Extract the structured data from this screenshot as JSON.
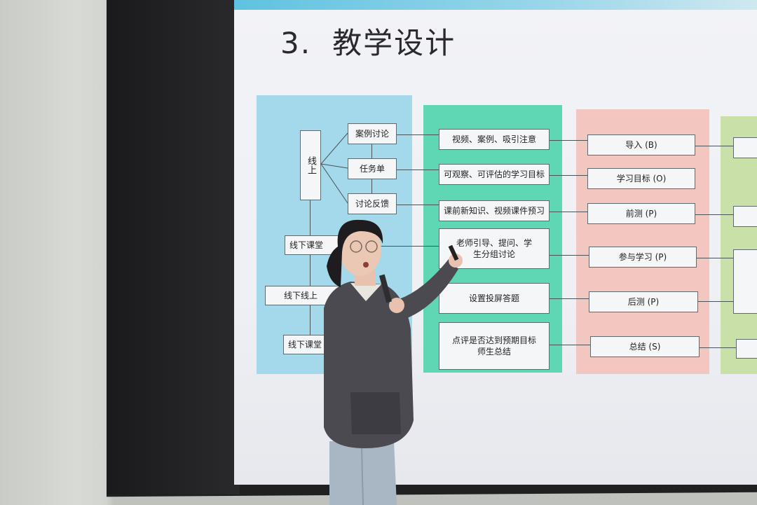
{
  "slide": {
    "number": "3.",
    "heading": "教学设计"
  },
  "left_flow": {
    "online": "线上",
    "case_discussion": "案例讨论",
    "task_sheet": "任务单",
    "discussion_feedback": "讨论反馈",
    "offline_1": "线下课堂",
    "offline_2": "线下线上",
    "offline_3": "线下课堂"
  },
  "activities": [
    "视频、案例、吸引注意",
    "可观察、可评估的学习目标",
    "课前新知识、视频课件预习",
    "老师引导、提问、学生分组讨论",
    "设置投屏答题",
    "点评是否达到预期目标师生总结"
  ],
  "stages": [
    "导入 (B)",
    "学习目标 (O)",
    "前测 (P)",
    "参与学习 (P)",
    "后测 (P)",
    "总结 (S)"
  ],
  "colors": {
    "column_blue": "#a3d9ea",
    "column_green": "#5fd6b4",
    "column_pink": "#f2c7c0",
    "column_lime": "#c9e0a8"
  }
}
